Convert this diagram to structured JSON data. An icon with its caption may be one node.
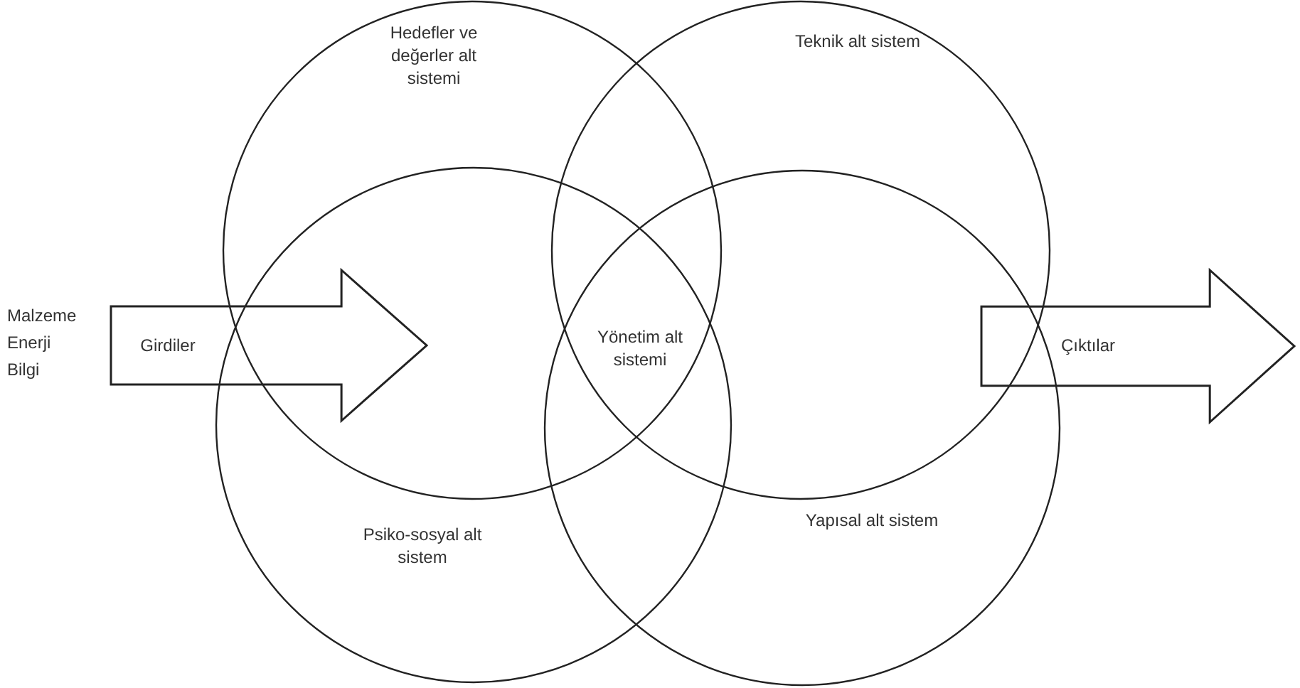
{
  "diagram": {
    "nodes": [
      {
        "text": [
          "Hedefler ve değerler alt sistemi"
        ]
      },
      {
        "text": [
          "Teknik alt sistem"
        ]
      },
      {
        "text": [
          "Psiko-sosyal alt sistem"
        ]
      },
      {
        "text": [
          "Yapısal alt sistem"
        ]
      },
      {
        "text": [
          "Girdiler"
        ],
        "beside": [
          "Malzeme Enerji Bilgi"
        ]
      },
      {
        "text": [
          "Çıktılar"
        ]
      }
    ],
    "edges": [],
    "labels": [
      "Yönetim alt sistemi"
    ]
  }
}
